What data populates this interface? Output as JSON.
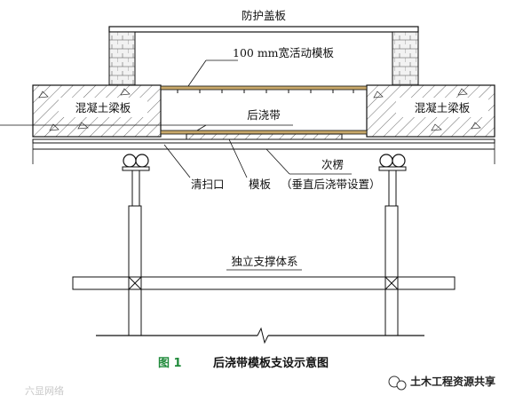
{
  "labels": {
    "cover_plate": "防护盖板",
    "movable_formwork": "100 mm宽活动模板",
    "left_slab": "混凝土梁板",
    "right_slab": "混凝土梁板",
    "post_pour_strip": "后浇带",
    "cleanout": "清扫口",
    "formwork": "模板",
    "secondary_joist": "次楞",
    "secondary_joist_note": "（垂直后浇带设置）",
    "support_system": "独立支撑体系"
  },
  "caption": {
    "number": "图 1",
    "title": "后浇带模板支设示意图"
  },
  "watermarks": {
    "left": "六显网络",
    "right": "土木工程资源共享"
  },
  "colors": {
    "line": "#111111",
    "brick": "#d8d8d8",
    "slab": "#e8e8e8",
    "board": "#c8a86a",
    "caption_number": "#1f8a3a",
    "watermark": "#c8c8c8"
  }
}
